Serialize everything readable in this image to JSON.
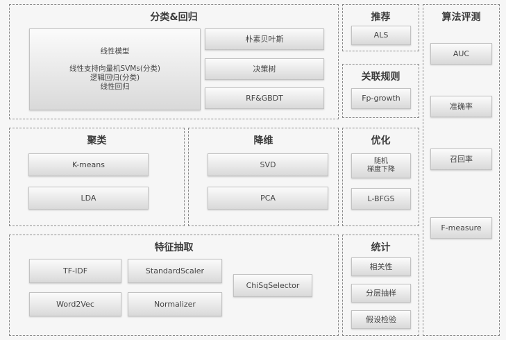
{
  "classification": {
    "title": "分类&回归",
    "linear_model_box": {
      "lines": [
        "线性模型",
        "线性支持向量机SVMs(分类)",
        "逻辑回归(分类)",
        "线性回归"
      ]
    },
    "naive_bayes": "朴素贝叶斯",
    "decision_tree": "决策树",
    "rf_gbdt": "RF&GBDT"
  },
  "recommend": {
    "title": "推荐",
    "als": "ALS"
  },
  "association": {
    "title": "关联规则",
    "fpgrowth": "Fp-growth"
  },
  "evaluation": {
    "title": "算法评测",
    "items": [
      "AUC",
      "准确率",
      "召回率",
      "F-measure"
    ]
  },
  "clustering": {
    "title": "聚类",
    "items": [
      "K-means",
      "LDA"
    ]
  },
  "dimreduce": {
    "title": "降维",
    "items": [
      "SVD",
      "PCA"
    ]
  },
  "optimization": {
    "title": "优化",
    "sgd_lines": [
      "随机",
      "梯度下降"
    ],
    "lbfgs": "L-BFGS"
  },
  "features": {
    "title": "特征抽取",
    "tfidf": "TF-IDF",
    "standardscaler": "StandardScaler",
    "word2vec": "Word2Vec",
    "normalizer": "Normalizer",
    "chisq": "ChiSqSelector"
  },
  "statistics": {
    "title": "统计",
    "items": [
      "相关性",
      "分层抽样",
      "假设检验"
    ]
  }
}
